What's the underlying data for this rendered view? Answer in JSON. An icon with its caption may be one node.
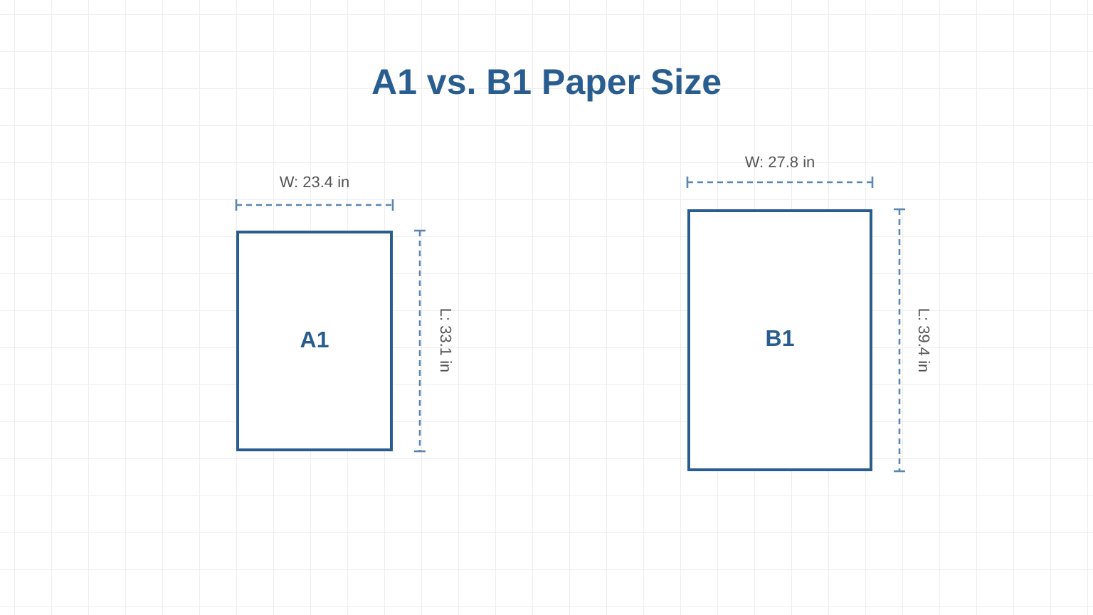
{
  "diagram": {
    "title": "A1 vs. B1 Paper Size",
    "nodes": [
      {
        "text": [
          "A1"
        ]
      },
      {
        "text": [
          "B1"
        ]
      }
    ],
    "labels": [
      "W: 23.4 in",
      "L: 33.1 in",
      "W: 27.8 in",
      "L: 39.4 in"
    ]
  }
}
